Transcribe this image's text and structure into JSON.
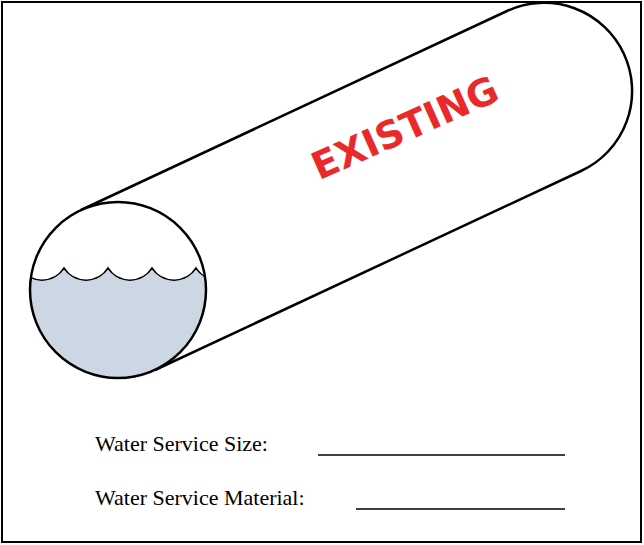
{
  "diagram": {
    "nodes": [
      {
        "text": [
          "Water Service Size:",
          "Water Service Material:"
        ]
      },
      {
        "text": [
          "EXISTING"
        ],
        "in": 0
      }
    ]
  }
}
